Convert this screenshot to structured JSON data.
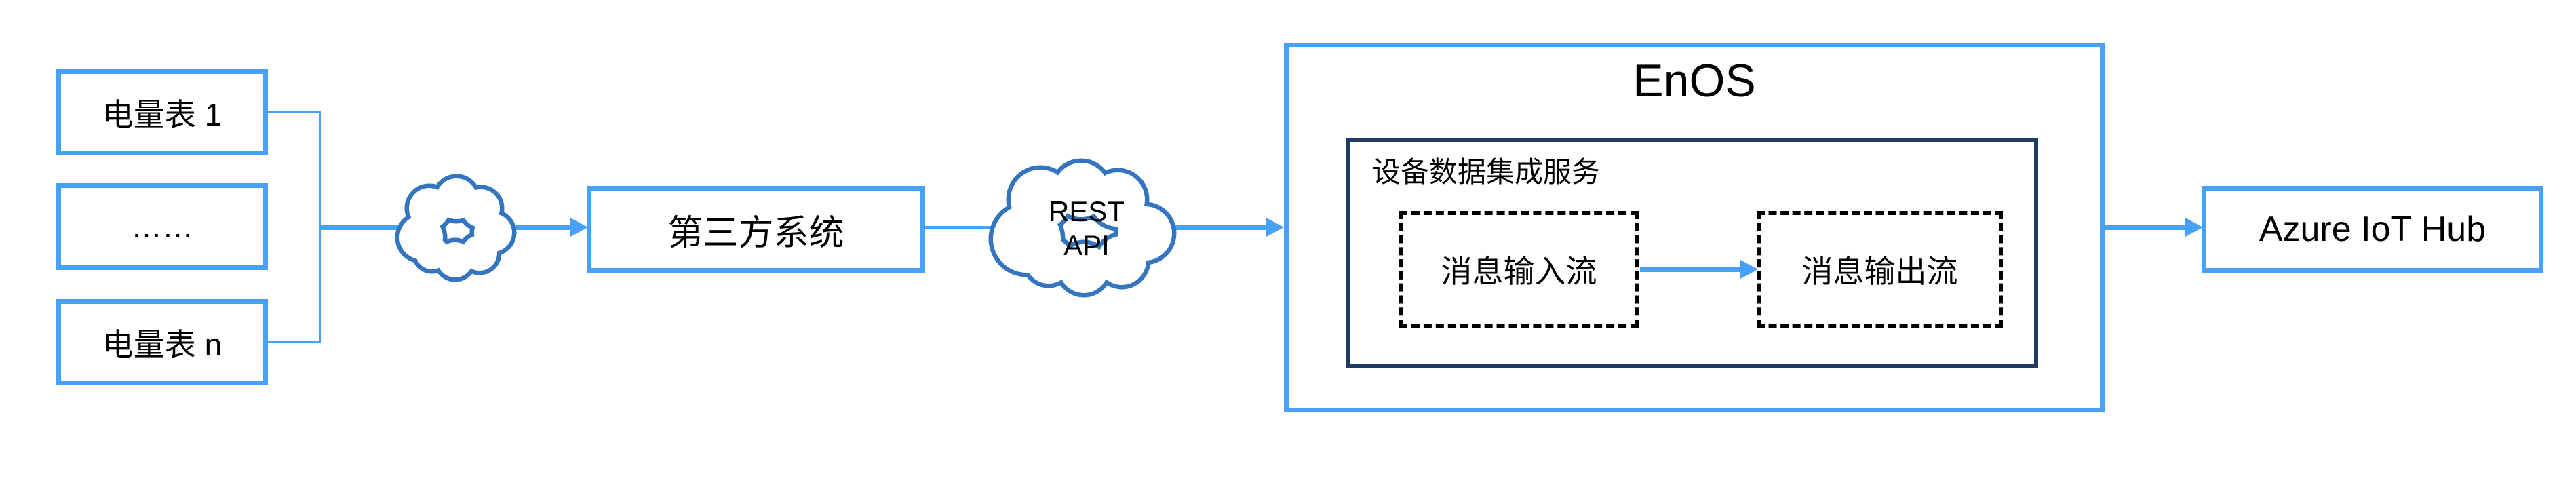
{
  "colors": {
    "accent": "#47A2F7",
    "cloud_outline": "#3575C0",
    "service_border": "#1E3A5C",
    "text": "#000000",
    "background": "#FFFFFF"
  },
  "nodes": {
    "meter_1": {
      "label": "电量表 1"
    },
    "meter_ellipsis": {
      "label": "……"
    },
    "meter_n": {
      "label": "电量表 n"
    },
    "third_party": {
      "label": "第三方系统"
    },
    "rest_api_cloud": {
      "line1": "REST",
      "line2": "API"
    },
    "enos": {
      "title": "EnOS"
    },
    "device_integration_service": {
      "label": "设备数据集成服务"
    },
    "message_input_stream": {
      "label": "消息输入流"
    },
    "message_output_stream": {
      "label": "消息输出流"
    },
    "azure_iot_hub": {
      "label": "Azure IoT Hub"
    }
  }
}
